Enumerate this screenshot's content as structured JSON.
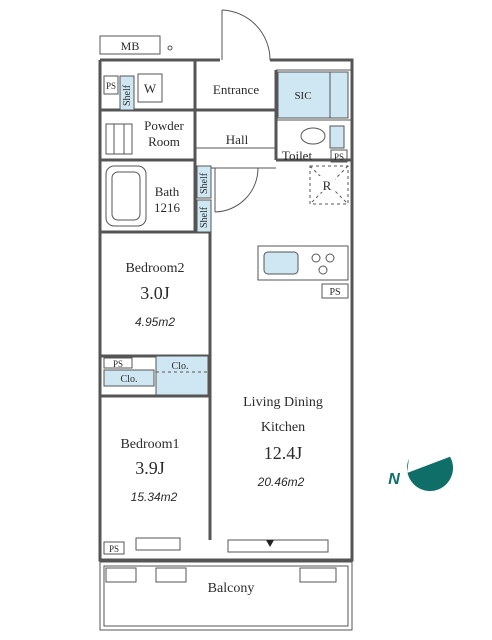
{
  "rooms": {
    "mb": "MB",
    "ps": "PS",
    "shelf": "Shelf",
    "w": "W",
    "entrance": "Entrance",
    "sic": "SIC",
    "powder_room": [
      "Powder",
      "Room"
    ],
    "hall": "Hall",
    "toilet": "Toilet",
    "r": "R",
    "bath": [
      "Bath",
      "1216"
    ],
    "bedroom2": {
      "name": "Bedroom2",
      "size": "3.0J",
      "area": "4.95m2"
    },
    "clo": "Clo.",
    "bedroom1": {
      "name": "Bedroom1",
      "size": "3.9J",
      "area": "15.34m2"
    },
    "ldk": {
      "name": [
        "Living Dining",
        "Kitchen"
      ],
      "size": "12.4J",
      "area": "20.46m2"
    },
    "balcony": "Balcony"
  },
  "compass": {
    "label": "N"
  },
  "colors": {
    "accent": "#0f6e68",
    "fixture_blue": "#cfe6f3"
  }
}
